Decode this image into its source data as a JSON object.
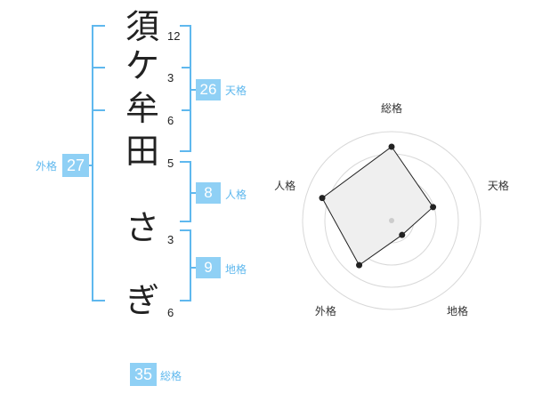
{
  "name": {
    "chars": [
      {
        "char": "須",
        "strokes": "12"
      },
      {
        "char": "ケ",
        "strokes": "3"
      },
      {
        "char": "牟",
        "strokes": "6"
      },
      {
        "char": "田",
        "strokes": "5"
      },
      {
        "char": "さ",
        "strokes": "3"
      },
      {
        "char": "ぎ",
        "strokes": "6"
      }
    ]
  },
  "fortune": {
    "tenkaku": {
      "value": "26",
      "label": "天格"
    },
    "jinkaku": {
      "value": "8",
      "label": "人格"
    },
    "chikaku": {
      "value": "9",
      "label": "地格"
    },
    "gaikaku": {
      "value": "27",
      "label": "外格"
    },
    "soukaku": {
      "value": "35",
      "label": "総格"
    }
  },
  "radar": {
    "axes": [
      "総格",
      "天格",
      "地格",
      "外格",
      "人格"
    ],
    "values": [
      0.83,
      0.49,
      0.2,
      0.62,
      0.82
    ],
    "max": 1
  },
  "colors": {
    "accent": "#8fd0f5",
    "bracket": "#5fb8ee",
    "radar_fill": "#efefef",
    "radar_stroke": "#222222",
    "grid": "#d8d8d8"
  }
}
